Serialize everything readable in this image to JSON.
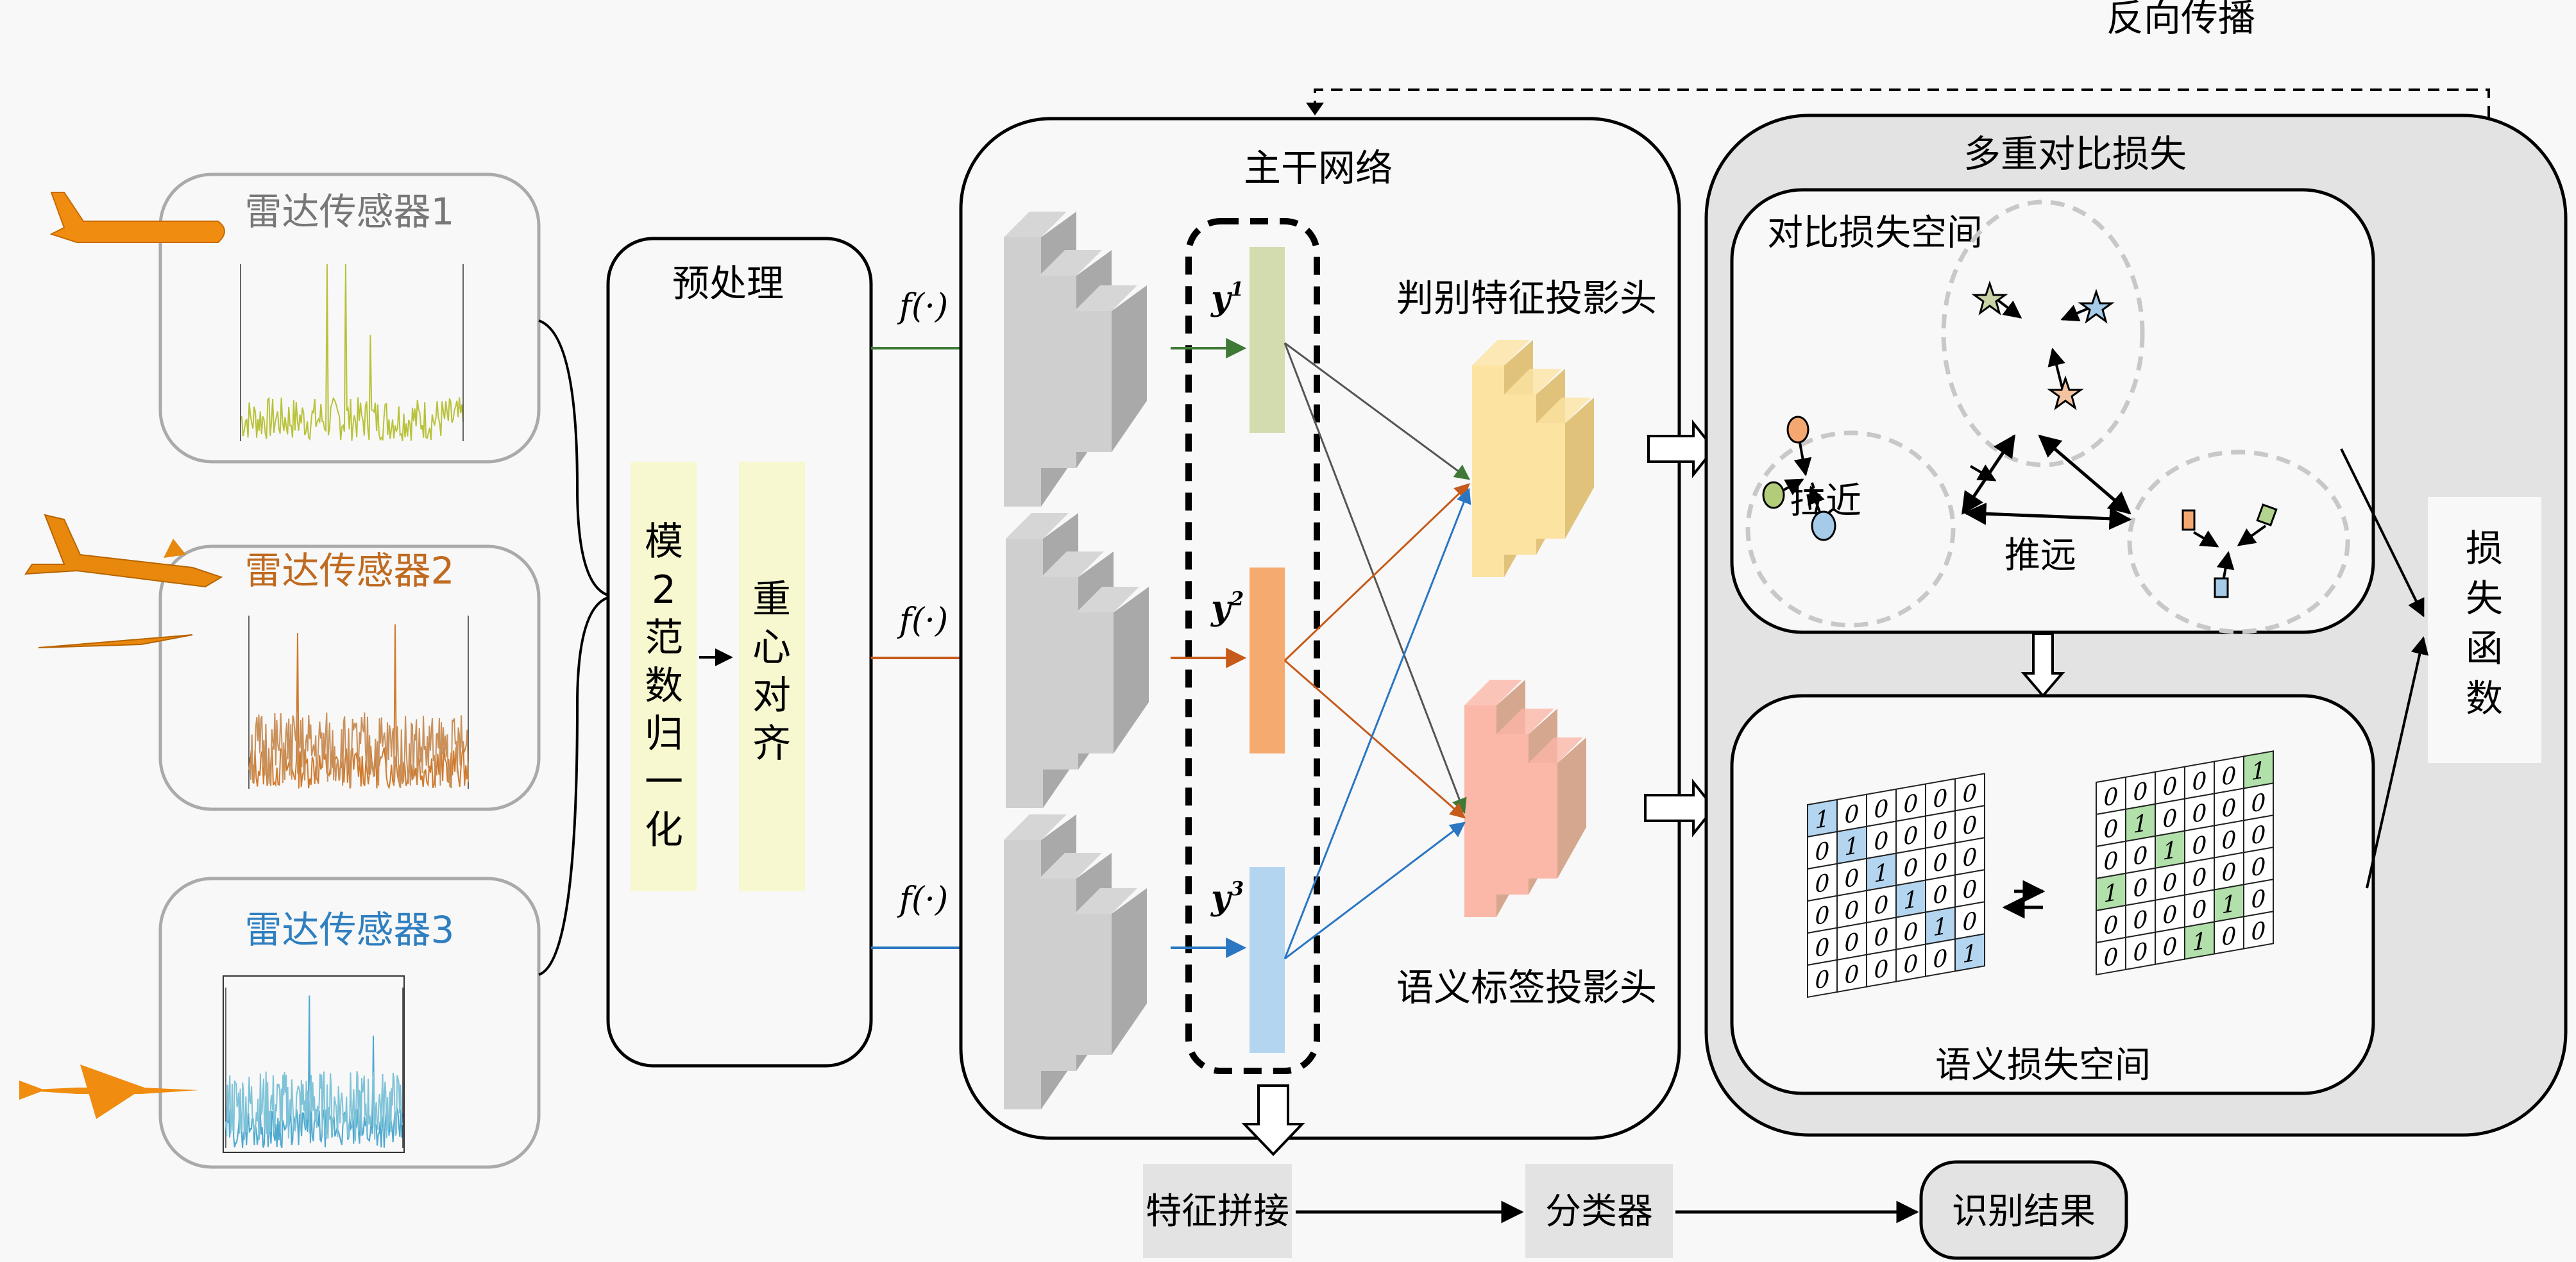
{
  "title": "多雷达传感器目标识别框架",
  "backprop_label": "反向传播",
  "sensors": [
    {
      "label": "雷达传感器1",
      "color": "#b8c23a",
      "label_color": "#777777"
    },
    {
      "label": "雷达传感器2",
      "color": "#d07a2c",
      "label_color": "#c06a20"
    },
    {
      "label": "雷达传感器3",
      "color": "#2f7fc0",
      "label_color": "#2f7fc0"
    }
  ],
  "preprocess": {
    "title": "预处理",
    "step1": "模2范数归一化",
    "step2": "重心对齐",
    "step_bg": "#f7f7d0"
  },
  "func_label": "f(·)",
  "backbone": {
    "title": "主干网络",
    "features": [
      {
        "label": "y",
        "sup": "1",
        "color": "#d3dcae",
        "arrow": "#3e7a36"
      },
      {
        "label": "y",
        "sup": "2",
        "color": "#f5aa70",
        "arrow": "#c65a1a"
      },
      {
        "label": "y",
        "sup": "3",
        "color": "#b3d5f0",
        "arrow": "#2a76c2"
      }
    ],
    "head1": {
      "label": "判别特征投影头",
      "color": "#fde3a2",
      "dark": "#e0c27a"
    },
    "head2": {
      "label": "语义标签投影头",
      "color": "#fbb7a8",
      "dark": "#d4a78e"
    }
  },
  "loss": {
    "title": "多重对比损失",
    "contrast_space": {
      "title": "对比损失空间",
      "pull_label": "拉近",
      "push_label": "推远"
    },
    "semantic_space": {
      "title": "语义损失空间",
      "matrix_left": [
        [
          1,
          0,
          0,
          0,
          0,
          0
        ],
        [
          0,
          1,
          0,
          0,
          0,
          0
        ],
        [
          0,
          0,
          1,
          0,
          0,
          0
        ],
        [
          0,
          0,
          0,
          1,
          0,
          0
        ],
        [
          0,
          0,
          0,
          0,
          1,
          0
        ],
        [
          0,
          0,
          0,
          0,
          0,
          1
        ]
      ],
      "matrix_right": [
        [
          0,
          0,
          0,
          0,
          0,
          1
        ],
        [
          0,
          1,
          0,
          0,
          0,
          0
        ],
        [
          0,
          0,
          1,
          0,
          0,
          0
        ],
        [
          1,
          0,
          0,
          0,
          0,
          0
        ],
        [
          0,
          0,
          0,
          0,
          1,
          0
        ],
        [
          0,
          0,
          0,
          1,
          0,
          0
        ]
      ],
      "left_highlight": "#b3d5f0",
      "right_highlight": "#b2e0aa"
    },
    "loss_func_label": "损失函数"
  },
  "bottom": {
    "concat": "特征拼接",
    "classifier": "分类器",
    "result": "识别结果"
  }
}
